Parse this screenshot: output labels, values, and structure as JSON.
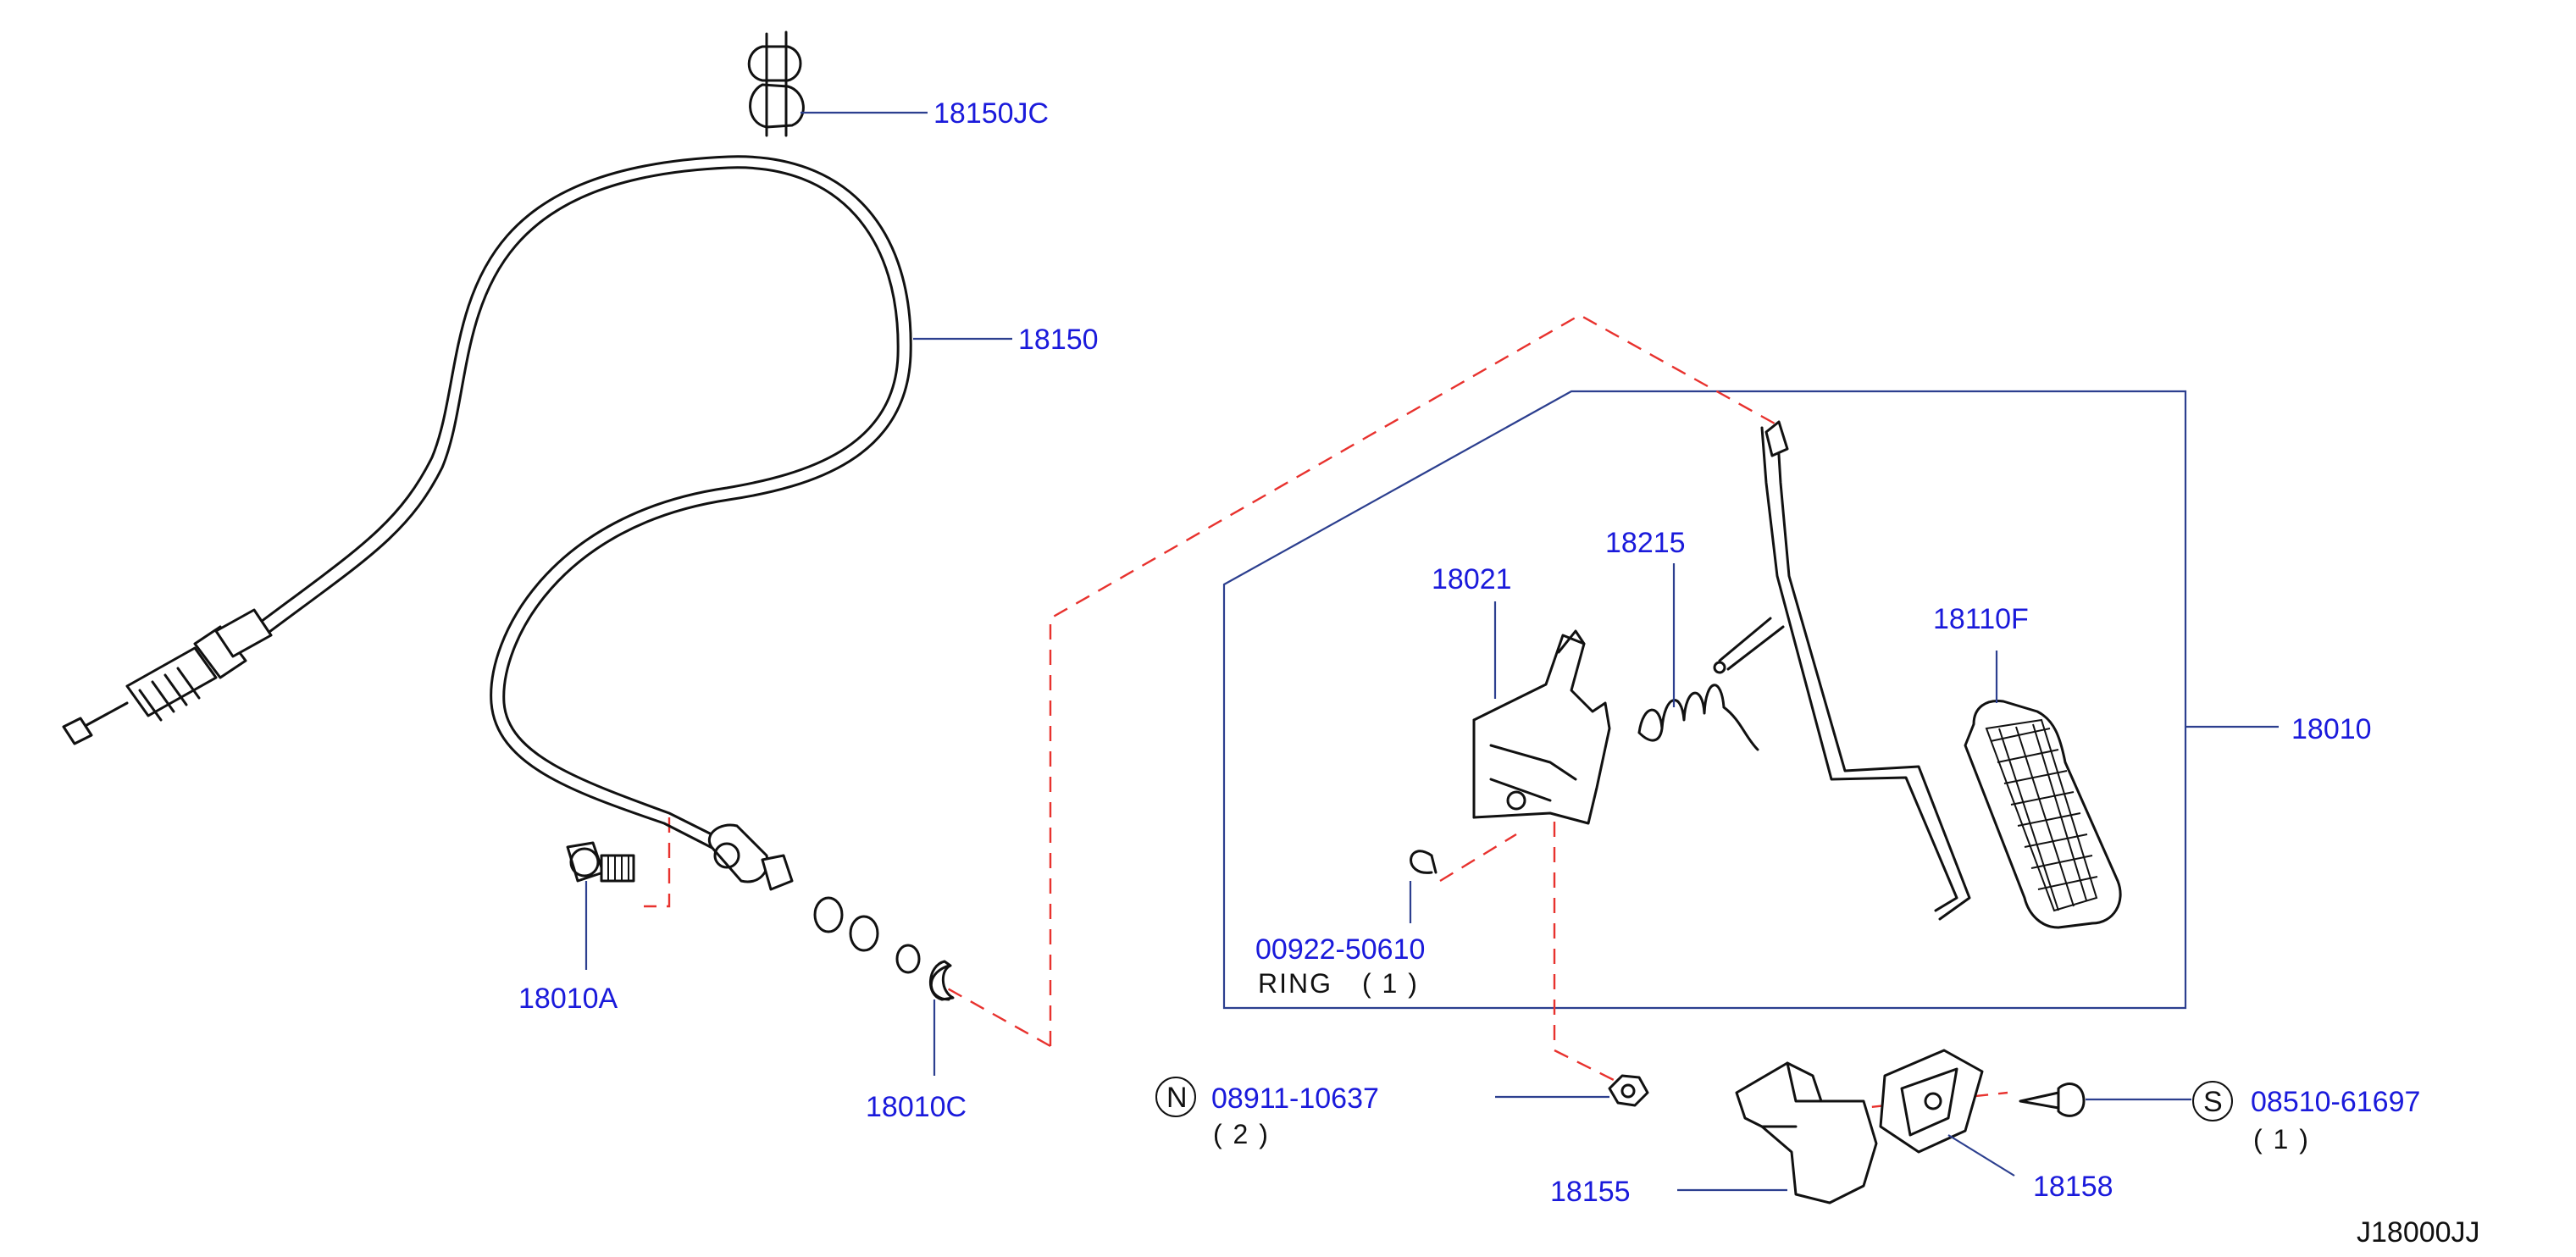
{
  "colors": {
    "label": "#1a1adb",
    "text": "#111111",
    "leader": "#2c3f8f",
    "dashed": "#e8322e",
    "line": "#111111"
  },
  "parts": {
    "p18150JC": "18150JC",
    "p18150": "18150",
    "p18010A": "18010A",
    "p18010C": "18010C",
    "p18021": "18021",
    "p18215": "18215",
    "p18110F": "18110F",
    "p18010": "18010",
    "p00922": "00922-50610",
    "p08911": "08911-10637",
    "p08510": "08510-61697",
    "p18155": "18155",
    "p18158": "18158"
  },
  "notes": {
    "ring": "RING",
    "ring_qty": "( 1 )",
    "nut_qty": "( 2 )",
    "screw_qty": "( 1 )"
  },
  "symbols": {
    "nut": "N",
    "screw": "S"
  },
  "diagram_code": "J18000JJ"
}
